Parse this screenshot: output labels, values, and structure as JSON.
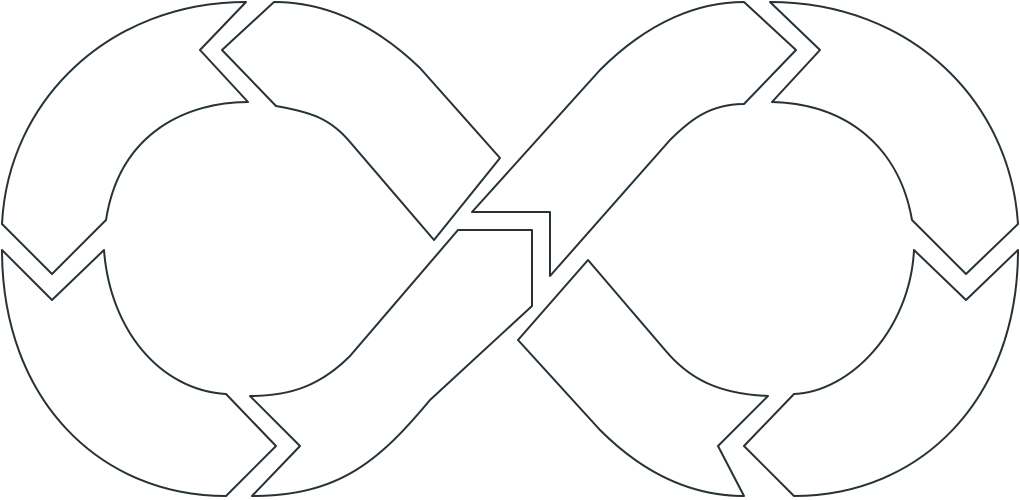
{
  "diagram": {
    "kind": "infinity-loop-outline",
    "segment_count": 8,
    "segments": [
      {
        "id": "left-top-left"
      },
      {
        "id": "left-top-right"
      },
      {
        "id": "left-bottom-left"
      },
      {
        "id": "left-bottom-right"
      },
      {
        "id": "right-top-left"
      },
      {
        "id": "right-top-right"
      },
      {
        "id": "right-bottom-left"
      },
      {
        "id": "right-bottom-right"
      }
    ],
    "colors": {
      "outline": "#263238",
      "fill": "#ffffff",
      "background": "#ffffff"
    }
  }
}
